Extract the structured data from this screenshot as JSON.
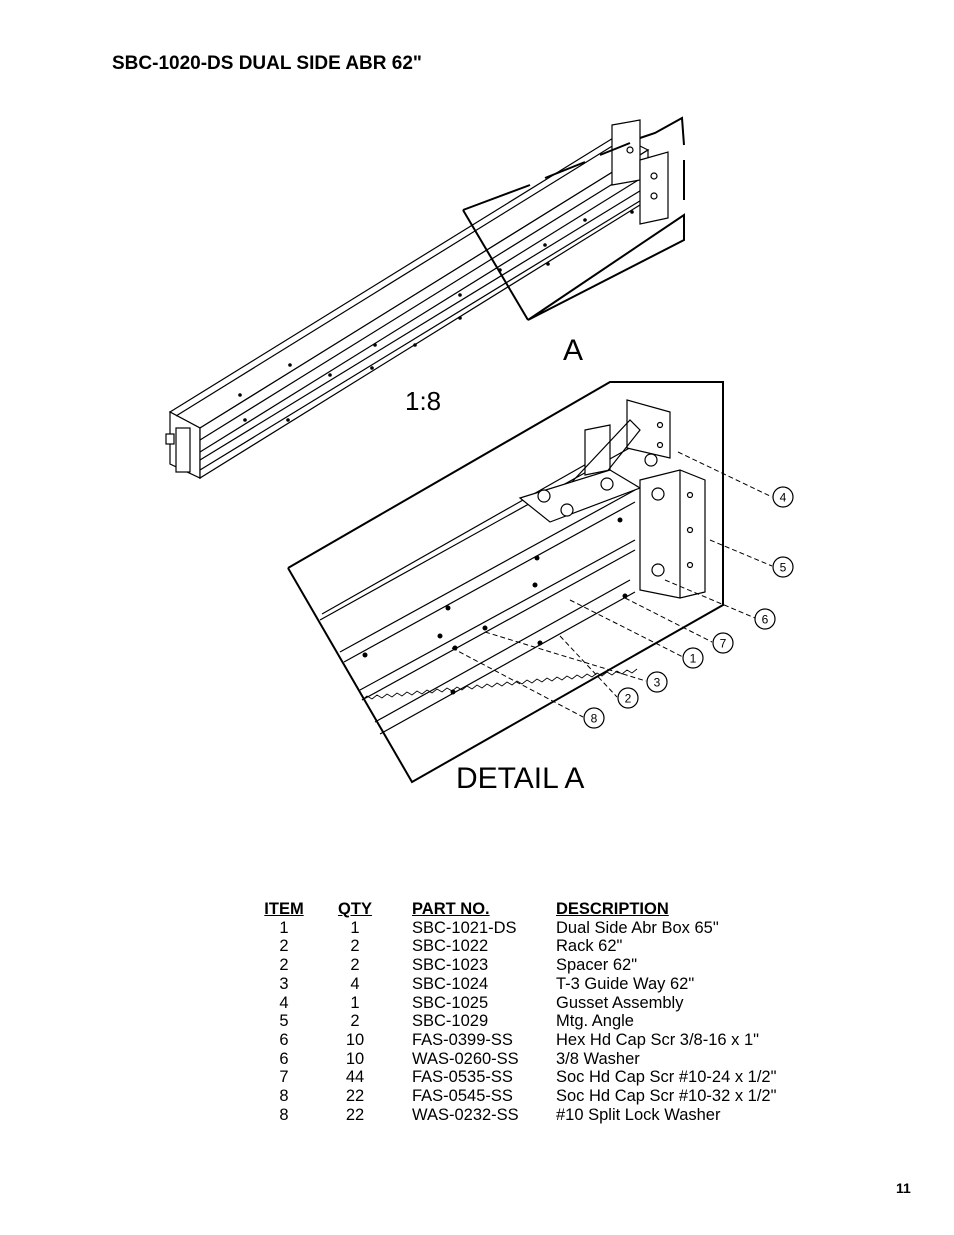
{
  "title": "SBC-1020-DS DUAL SIDE ABR 62\"",
  "drawing": {
    "view_label": "A",
    "scale_label": "1:8",
    "detail_label": "DETAIL A",
    "balloons": [
      "1",
      "2",
      "3",
      "4",
      "5",
      "6",
      "7",
      "8"
    ]
  },
  "bom": {
    "headers": {
      "item": "ITEM",
      "qty": "QTY",
      "part": "PART NO.",
      "desc": "DESCRIPTION"
    },
    "rows": [
      {
        "item": "1",
        "qty": "1",
        "part": "SBC-1021-DS",
        "desc": "Dual Side Abr Box 65\""
      },
      {
        "item": "2",
        "qty": "2",
        "part": "SBC-1022",
        "desc": "Rack 62\""
      },
      {
        "item": "2",
        "qty": "2",
        "part": "SBC-1023",
        "desc": "Spacer 62\""
      },
      {
        "item": "3",
        "qty": "4",
        "part": "SBC-1024",
        "desc": "T-3 Guide Way 62\""
      },
      {
        "item": "4",
        "qty": "1",
        "part": "SBC-1025",
        "desc": "Gusset Assembly"
      },
      {
        "item": "5",
        "qty": "2",
        "part": "SBC-1029",
        "desc": "Mtg. Angle"
      },
      {
        "item": "6",
        "qty": "10",
        "part": "FAS-0399-SS",
        "desc": "Hex Hd Cap Scr 3/8-16 x 1\""
      },
      {
        "item": "6",
        "qty": "10",
        "part": "WAS-0260-SS",
        "desc": "3/8 Washer"
      },
      {
        "item": "7",
        "qty": "44",
        "part": "FAS-0535-SS",
        "desc": "Soc Hd Cap Scr #10-24 x 1/2\""
      },
      {
        "item": "8",
        "qty": "22",
        "part": "FAS-0545-SS",
        "desc": "Soc Hd Cap Scr #10-32 x 1/2\""
      },
      {
        "item": "8",
        "qty": "22",
        "part": "WAS-0232-SS",
        "desc": "#10 Split Lock Washer"
      }
    ]
  },
  "page_number": "11"
}
